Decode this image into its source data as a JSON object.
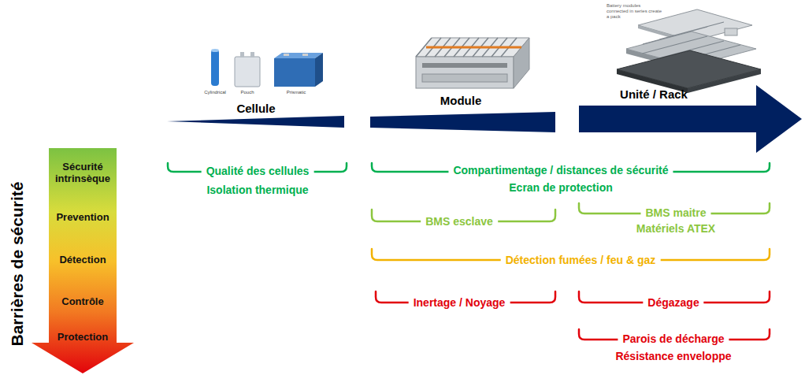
{
  "diagram": {
    "nodes": [
      {
        "text": [
          "Sécurité intrinsèque",
          "Prevention",
          "Détection",
          "Contrôle",
          "Protection"
        ]
      },
      {
        "text": [
          "Cellule"
        ]
      },
      {
        "text": [
          "Module"
        ]
      },
      {
        "text": [
          "Unité / Rack"
        ]
      }
    ],
    "labels": [
      "Battery modules connected in series create a pack",
      "Cylindrical",
      "Pouch",
      "Prismatic",
      "Barrières de sécurité",
      "Qualité des cellules",
      "Isolation thermique",
      "Compartimentage / distances de sécurité",
      "Ecran de protection",
      "BMS esclave",
      "BMS maitre",
      "Matériels ATEX",
      "Détection fumées / feu & gaz",
      "Inertage / Noyage",
      "Dégazage",
      "Parois de décharge",
      "Résistance enveloppe"
    ]
  }
}
